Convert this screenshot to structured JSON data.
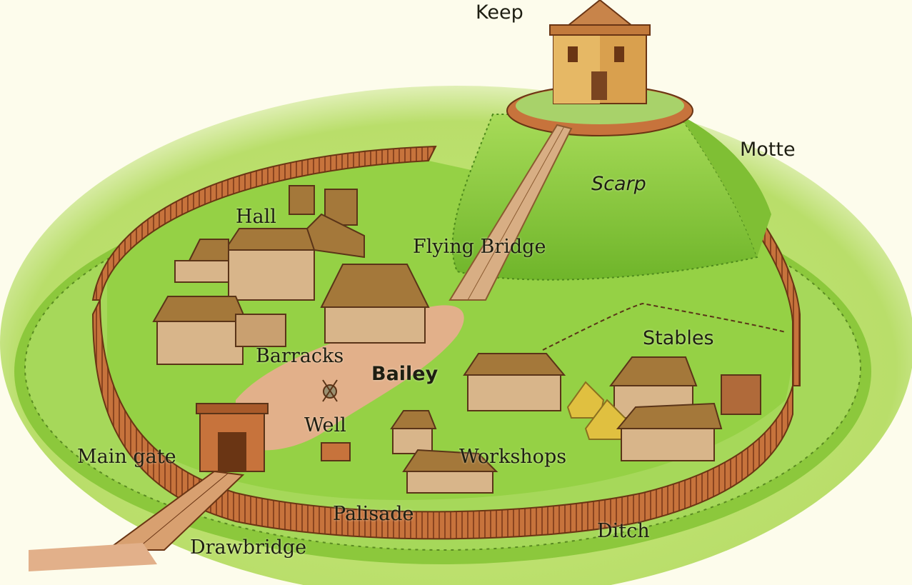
{
  "labels": {
    "keep": "Keep",
    "motte": "Motte",
    "scarp": "Scarp",
    "hall": "Hall",
    "flying_bridge": "Flying Bridge",
    "stables": "Stables",
    "barracks": "Barracks",
    "bailey": "Bailey",
    "well": "Well",
    "main_gate": "Main gate",
    "workshops": "Workshops",
    "palisade": "Palisade",
    "ditch": "Ditch",
    "drawbridge": "Drawbridge"
  },
  "colors": {
    "background": "#fdfcec",
    "grass_light": "#c6e87a",
    "grass": "#8fcd3c",
    "grass_dark": "#6fae2a",
    "timber": "#c7733c",
    "timber_dark": "#8a4420",
    "thatch": "#a4783a",
    "path": "#e2b08a"
  }
}
